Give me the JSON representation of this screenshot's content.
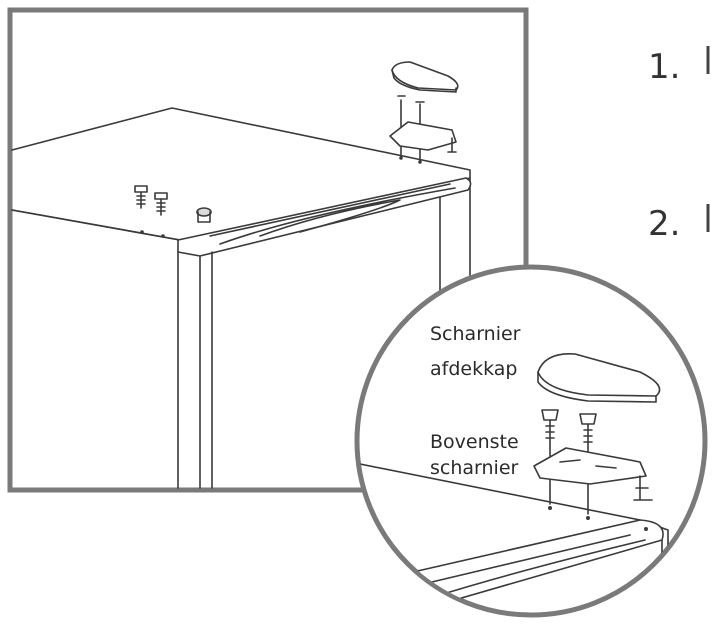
{
  "steps": [
    {
      "number": "1."
    },
    {
      "number": "2."
    }
  ],
  "callout": {
    "cap_label_line1": "Scharnier",
    "cap_label_line2": "afdekkap",
    "hinge_label_line1": "Bovenste",
    "hinge_label_line2": "scharnier"
  },
  "colors": {
    "frame": "#7a7a7a",
    "line": "#3a3a3a",
    "shade": "#dcdcdc"
  }
}
